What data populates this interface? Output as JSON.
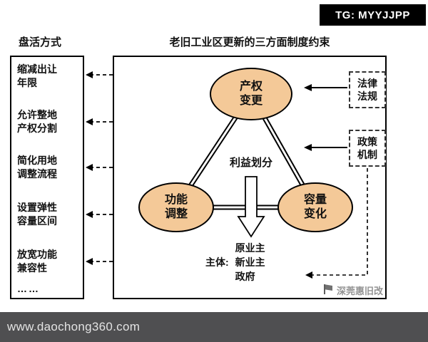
{
  "badge": {
    "text": "TG: MYYJJPP"
  },
  "left_panel": {
    "title": "盘活方式",
    "items": [
      "缩减出让\n年限",
      "允许整地\n产权分割",
      "简化用地\n调整流程",
      "设置弹性\n容量区间",
      "放宽功能\n兼容性"
    ],
    "ellipsis": "……"
  },
  "diagram": {
    "title": "老旧工业区更新的三方面制度约束",
    "nodes": {
      "top": "产权\n变更",
      "left": "功能\n调整",
      "right": "容量\n变化"
    },
    "center_label": "利益划分",
    "constraint_boxes": {
      "law": "法律\n法规",
      "policy": "政策\n机制"
    },
    "subject": {
      "label": "主体:",
      "items": "原业主\n新业主\n政府"
    }
  },
  "watermark": {
    "text": "深莞惠旧改"
  },
  "footer": {
    "url": "www.daochong360.com"
  },
  "colors": {
    "ellipse_fill": "#f4c998",
    "footer_bg": "#4f4f51"
  }
}
